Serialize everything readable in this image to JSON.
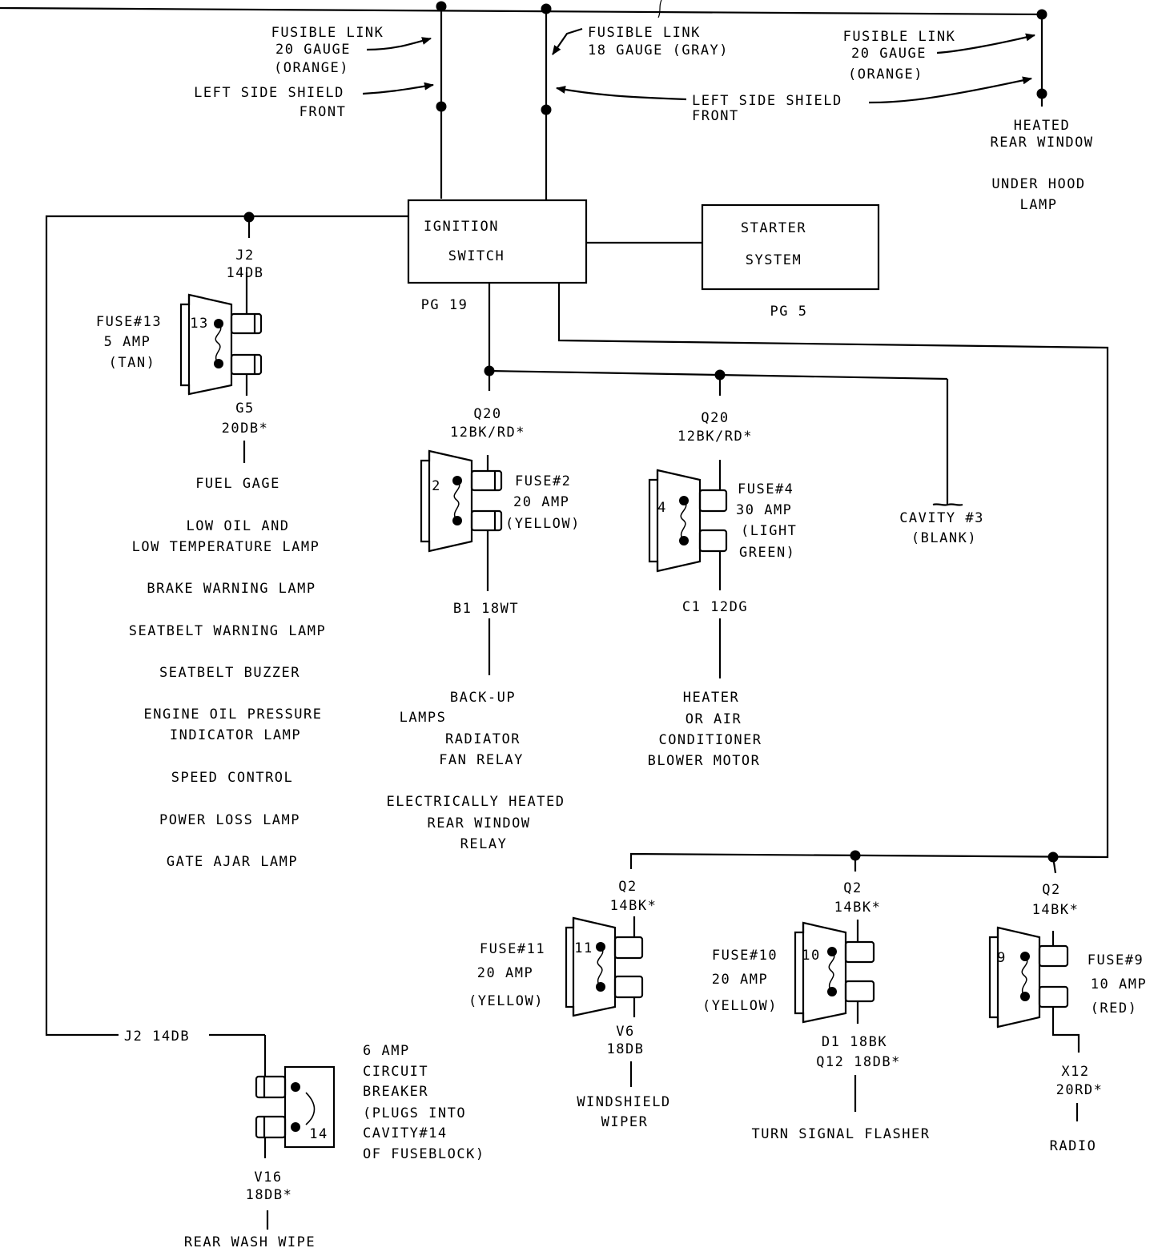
{
  "top": {
    "fusible_link_1": [
      "FUSIBLE LINK",
      "20 GAUGE",
      "(ORANGE)"
    ],
    "left_shield_1": [
      "LEFT SIDE SHIELD",
      "FRONT"
    ],
    "fusible_link_2": [
      "FUSIBLE LINK",
      "18 GAUGE (GRAY)"
    ],
    "left_shield_2": [
      "LEFT SIDE SHIELD",
      "FRONT"
    ],
    "fusible_link_3": [
      "FUSIBLE LINK",
      "20 GAUGE",
      "(ORANGE)"
    ],
    "heated_rear_window": [
      "HEATED",
      "REAR WINDOW"
    ],
    "under_hood_lamp": [
      "UNDER HOOD",
      "LAMP"
    ]
  },
  "ignition_switch": {
    "lines": [
      "IGNITION",
      "SWITCH"
    ],
    "page_ref": "PG 19"
  },
  "starter_system": {
    "lines": [
      "STARTER",
      "SYSTEM"
    ],
    "page_ref": "PG 5"
  },
  "cavity3": [
    "CAVITY #3",
    "(BLANK)"
  ],
  "fuses": {
    "f13": {
      "num": "13",
      "in_wire": [
        "J2",
        "14DB"
      ],
      "label": [
        "FUSE#13",
        "5 AMP",
        "(TAN)"
      ],
      "out_wire": [
        "G5",
        "20DB*"
      ],
      "loads": [
        "FUEL GAGE",
        "LOW OIL AND",
        "LOW TEMPERATURE LAMP",
        "BRAKE WARNING LAMP",
        "SEATBELT WARNING LAMP",
        "SEATBELT BUZZER",
        "ENGINE OIL PRESSURE",
        "INDICATOR LAMP",
        "SPEED CONTROL",
        "POWER LOSS LAMP",
        "GATE AJAR LAMP"
      ]
    },
    "f2": {
      "num": "2",
      "in_wire": [
        "Q20",
        "12BK/RD*"
      ],
      "label": [
        "FUSE#2",
        "20 AMP",
        "(YELLOW)"
      ],
      "out_wire": [
        "B1 18WT"
      ],
      "loads": [
        "BACK-UP",
        "LAMPS",
        "RADIATOR",
        "FAN RELAY",
        "ELECTRICALLY HEATED",
        "REAR WINDOW",
        "RELAY"
      ]
    },
    "f4": {
      "num": "4",
      "in_wire": [
        "Q20",
        "12BK/RD*"
      ],
      "label": [
        "FUSE#4",
        "30 AMP",
        "(LIGHT",
        "GREEN)"
      ],
      "out_wire": [
        "C1 12DG"
      ],
      "loads": [
        "HEATER",
        "OR AIR",
        "CONDITIONER",
        "BLOWER MOTOR"
      ]
    },
    "f11": {
      "num": "11",
      "in_wire": [
        "Q2",
        "14BK*"
      ],
      "label": [
        "FUSE#11",
        "20 AMP",
        "(YELLOW)"
      ],
      "out_wire": [
        "V6",
        "18DB"
      ],
      "loads": [
        "WINDSHIELD",
        "WIPER"
      ]
    },
    "f10": {
      "num": "10",
      "in_wire": [
        "Q2",
        "14BK*"
      ],
      "label": [
        "FUSE#10",
        "20 AMP",
        "(YELLOW)"
      ],
      "out_wire": [
        "D1 18BK",
        "Q12 18DB*"
      ],
      "loads": [
        "TURN SIGNAL FLASHER"
      ]
    },
    "f9": {
      "num": "9",
      "in_wire": [
        "Q2",
        "14BK*"
      ],
      "label": [
        "FUSE#9",
        "10 AMP",
        "(RED)"
      ],
      "out_wire": [
        "X12",
        "20RD*"
      ],
      "loads": [
        "RADIO"
      ]
    }
  },
  "breaker": {
    "num": "14",
    "in_wire": "J2 14DB",
    "label": [
      "6 AMP",
      "CIRCUIT",
      "BREAKER",
      "(PLUGS INTO",
      "CAVITY#14",
      "OF FUSEBLOCK)"
    ],
    "out_wire": [
      "V16",
      "18DB*"
    ],
    "load": "REAR WASH WIPE"
  }
}
